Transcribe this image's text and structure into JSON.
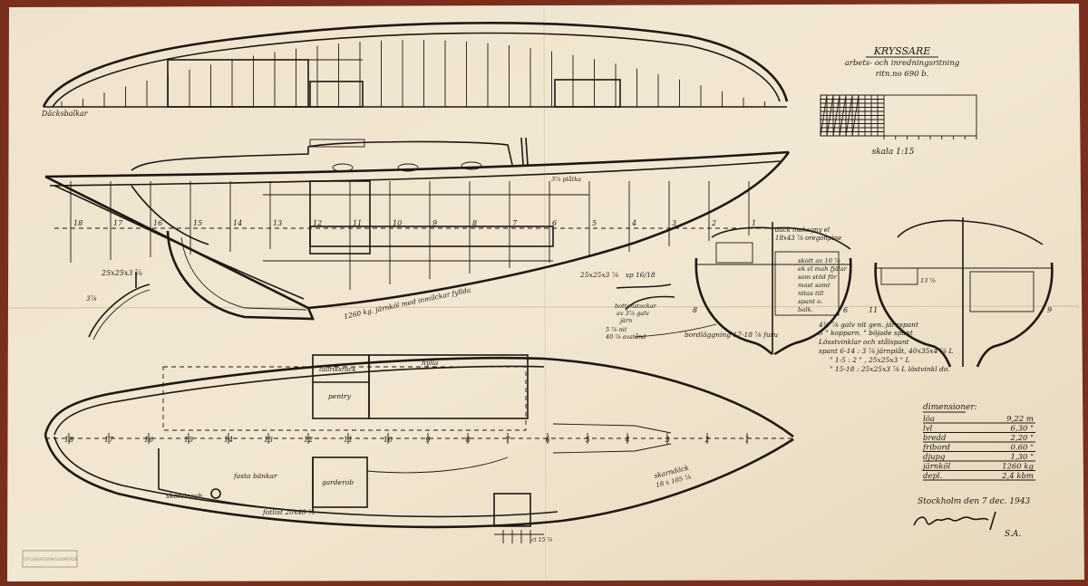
{
  "title": {
    "name": "KRYSSARE",
    "subtitle": "arbets- och inredningsritning",
    "drawing_no": "ritn.no 690 b."
  },
  "scale_label": "skala 1:15",
  "deck_beams_label": "Däcksbalkar",
  "profile": {
    "frame_numbers": [
      "18",
      "17",
      "16",
      "15",
      "14",
      "13",
      "12",
      "11",
      "10",
      "9",
      "8",
      "7",
      "6",
      "5",
      "4",
      "3",
      "2",
      "1"
    ],
    "keel_note": "1260 kg. järnköl med inmilckar fyllda",
    "plating_note": "3⅞ plåtka"
  },
  "labels": {
    "angle_iron": "25x25x3 ⅞",
    "angle_iron_2": "25x25x3 ⅞",
    "sp_note": "sp 16/18",
    "bottom_note_1": "bottenstockar",
    "bottom_note_2": "av 3⅞ galv",
    "bottom_note_3": "järn",
    "rivet_note_1": "5 ⅞ nit",
    "rivet_note_2": "40 ⅞ avstånd",
    "hull_planking": "bordläggning 17-18 ⅞ furu",
    "frame_note_left": "3⅞"
  },
  "section": {
    "deck_note_1": "däck mahogny el",
    "deck_note_2": "18x43 ⅞ oregonpine",
    "mast_note": [
      "skott av 16 ⅞",
      "ek el mah fjälar",
      "som stöd för",
      "mast samt",
      "nitas till",
      "spant o.",
      "balk."
    ],
    "section_numbers": [
      "8",
      "6",
      "11",
      "9"
    ],
    "rivet_galv": "4½ ⅞ galv nit gen. järnspant",
    "copper_note": "5 \" kopparn. \" böjade spant",
    "frame_spec_head": "Lösstvinklar och stålspant",
    "frame_spec": [
      "spant 6-14 : 3 ⅞ järnplåt, 40x35x4 ⅞ L",
      "\" 1-5 : 2 \" , 25x25x3 \" L",
      "\" 15-18 : 25x25x3 ⅞ L löstvinkl do."
    ],
    "mid_note": "13 ⅞"
  },
  "plan": {
    "frame_numbers": [
      "18",
      "17",
      "16",
      "15",
      "14",
      "13",
      "12",
      "11",
      "10",
      "9",
      "8",
      "7",
      "6",
      "5",
      "4",
      "3",
      "2",
      "1"
    ],
    "labels": {
      "shelf": "hylla",
      "locker": "tallriksrack",
      "pantry": "pentry",
      "fixed_benches": "fasta bänkar",
      "wardrobe": "garderob",
      "tiller": "skotvinsch",
      "toe_rail": "fotlist 20x40 ⅞",
      "bow_deck": "skarndäck",
      "bow_deck_dim": "18 x 105 ⅞",
      "bottom_tag": "ct 15 ⅞"
    }
  },
  "dimensions": {
    "heading": "dimensioner:",
    "rows": [
      {
        "label": "löa",
        "value": "9,22 m"
      },
      {
        "label": "lvl",
        "value": "6,30 \""
      },
      {
        "label": "bredd",
        "value": "2,20 \""
      },
      {
        "label": "fribord",
        "value": "0,60 \""
      },
      {
        "label": "djupg",
        "value": "1,30 \""
      },
      {
        "label": "järnköl",
        "value": "1260 kg"
      },
      {
        "label": "depl.",
        "value": "2,4 kbm"
      }
    ]
  },
  "signature": {
    "place_date": "Stockholm den 7 dec. 1943",
    "initials": "S.A."
  },
  "stamp": "FOTOGRAFERINGSOMRÅDE"
}
